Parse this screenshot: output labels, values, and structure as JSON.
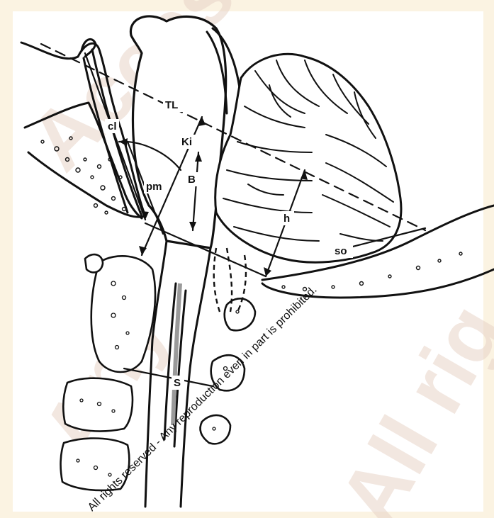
{
  "diagram": {
    "labels": {
      "TL": "TL",
      "cl": "cl",
      "Ki": "Ki",
      "pm": "pm",
      "B": "B",
      "h": "h",
      "so": "so",
      "S": "S"
    },
    "watermark": {
      "line": "All rights reserved - Any reproduction even in part is prohibited.",
      "big_left": "Any",
      "big_right": "All rig",
      "big_top": "Accesso"
    },
    "colors": {
      "background": "#fbf3e2",
      "ink": "#111111",
      "watermark": "#e8d4c8"
    }
  }
}
